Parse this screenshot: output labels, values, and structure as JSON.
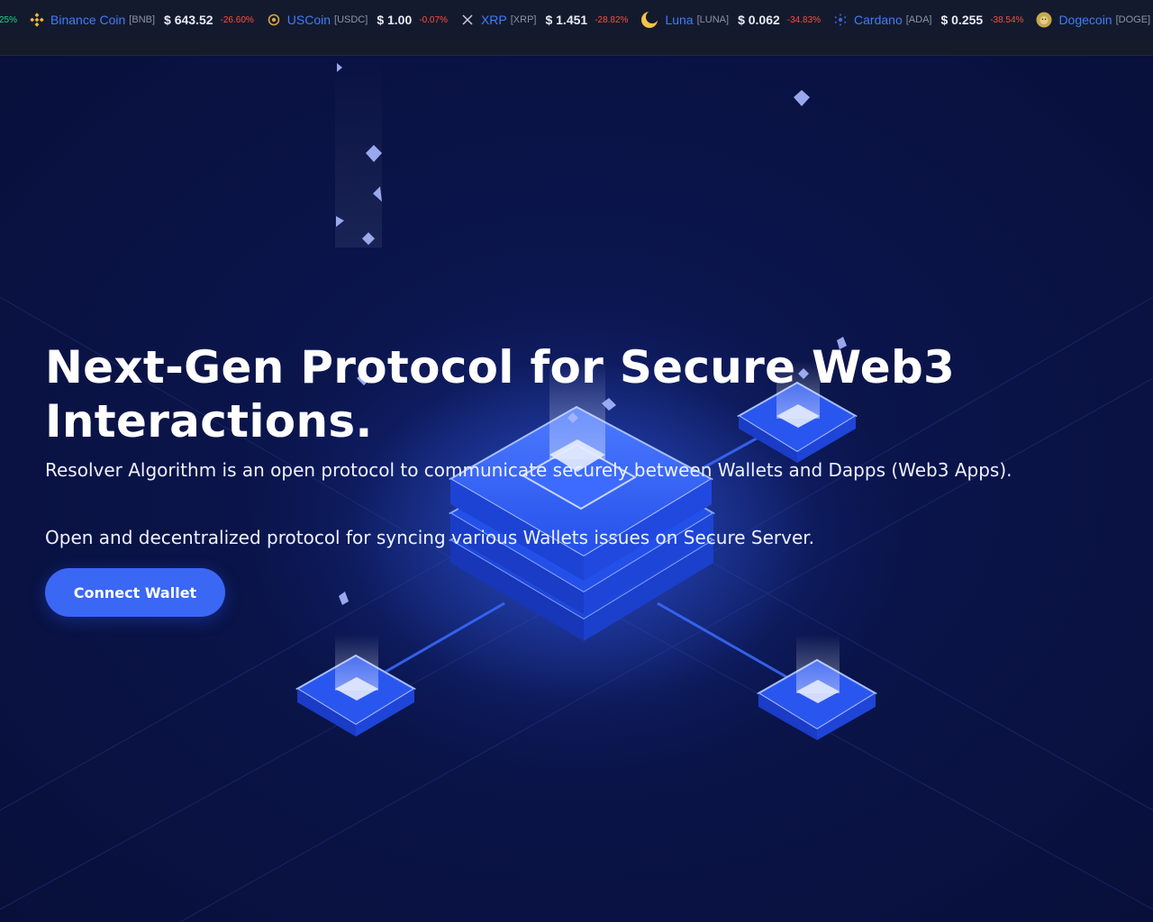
{
  "ticker": {
    "partial_change": "25%",
    "items": [
      {
        "name": "Binance Coin",
        "symbol": "[BNB]",
        "price": "$ 643.52",
        "change": "-26.60%",
        "icon": "bnb-icon",
        "icon_color": "#f3ba2f"
      },
      {
        "name": "USCoin",
        "symbol": "[USDC]",
        "price": "$ 1.00",
        "change": "-0.07%",
        "icon": "usdc-icon",
        "icon_color": "#d9a63b"
      },
      {
        "name": "XRP",
        "symbol": "[XRP]",
        "price": "$ 1.451",
        "change": "-28.82%",
        "icon": "xrp-icon",
        "icon_color": "#c9ccd6"
      },
      {
        "name": "Luna",
        "symbol": "[LUNA]",
        "price": "$ 0.062",
        "change": "-34.83%",
        "icon": "luna-icon",
        "icon_color": "#f6c343"
      },
      {
        "name": "Cardano",
        "symbol": "[ADA]",
        "price": "$ 0.255",
        "change": "-38.54%",
        "icon": "cardano-icon",
        "icon_color": "#3468d1"
      },
      {
        "name": "Dogecoin",
        "symbol": "[DOGE]",
        "price": "",
        "change": "",
        "icon": "dogecoin-icon",
        "icon_color": "#c8a94a"
      }
    ],
    "colors": {
      "name": "#3d7dff",
      "negative": "#ff4d3d",
      "positive": "#1fd38a",
      "background": "#141a2e"
    }
  },
  "hero": {
    "title": "Next-Gen Protocol for Secure Web3 Interactions.",
    "description": "Resolver Algorithm is an open protocol to communicate securely between Wallets and Dapps (Web3 Apps).",
    "description2": "Open and decentralized protocol for syncing various Wallets issues on Secure Server.",
    "cta_label": "Connect Wallet",
    "accent_color": "#3b67f5"
  }
}
